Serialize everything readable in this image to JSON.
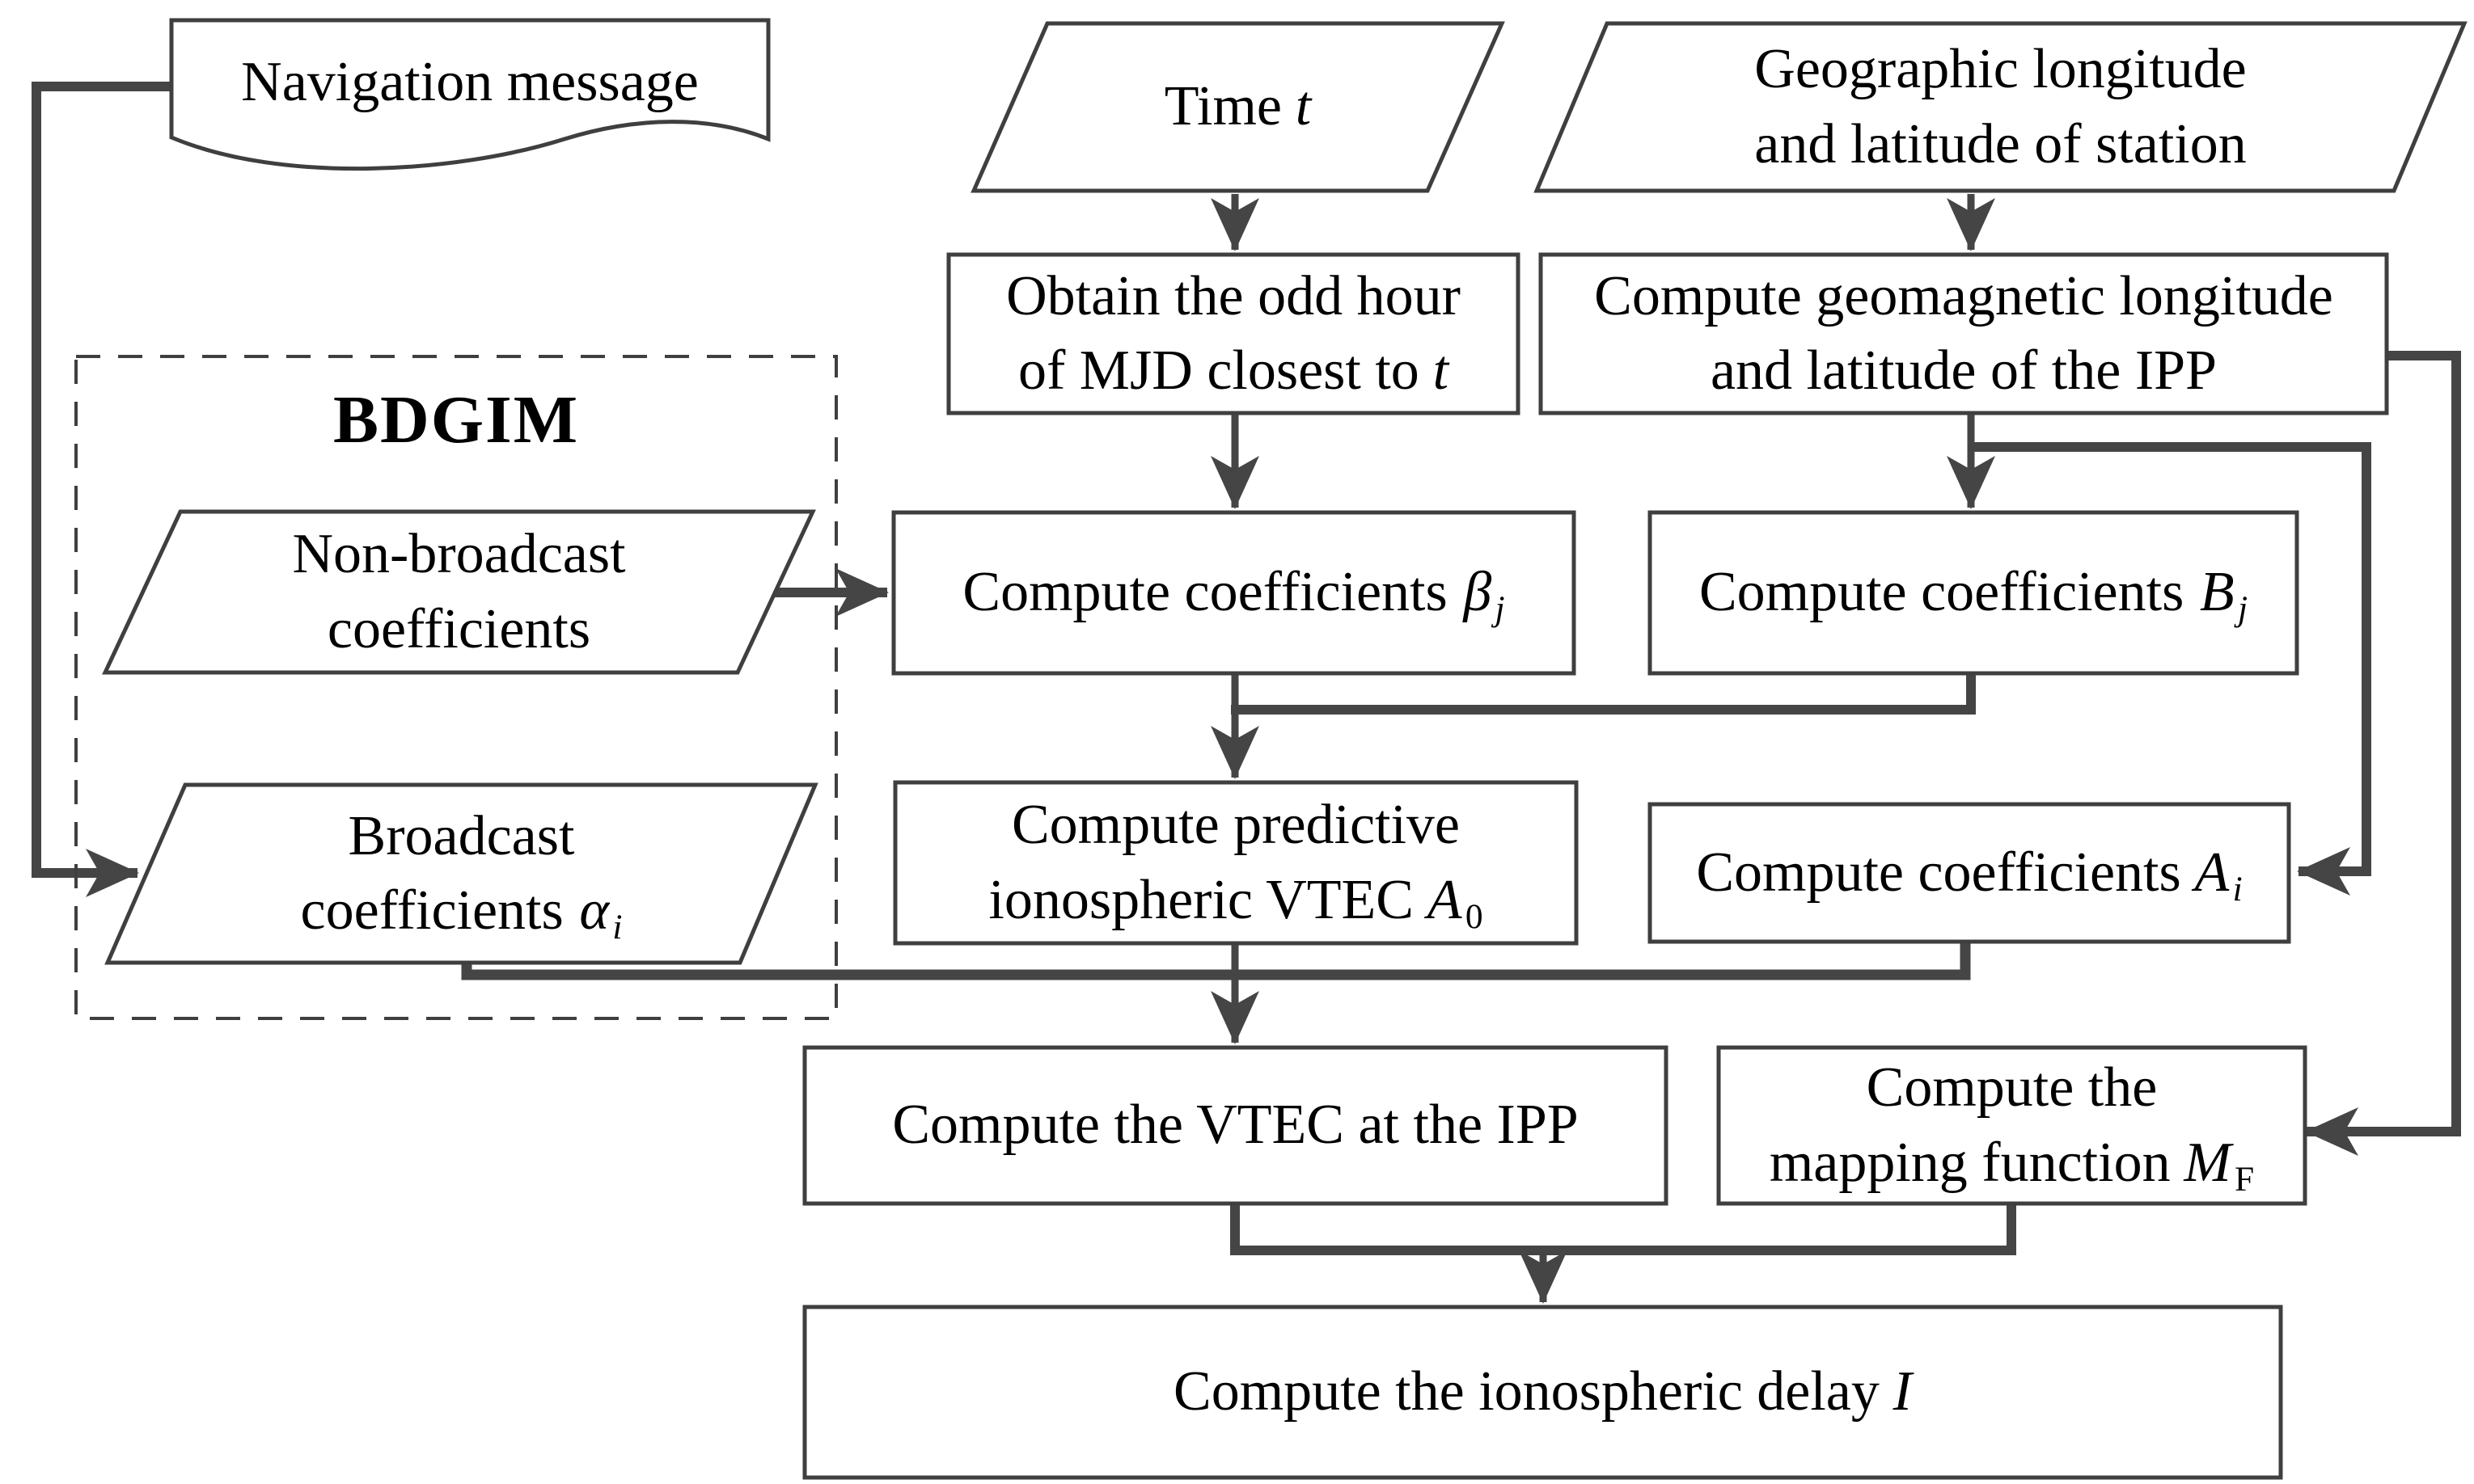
{
  "colors": {
    "line": "#454545",
    "border": "#3f3f3f",
    "text": "#000000",
    "background": "#ffffff"
  },
  "group": {
    "bdgim_label": "BDGIM"
  },
  "nodes": {
    "navigation_message": {
      "label": "Navigation message"
    },
    "time": {
      "prefix": "Time",
      "var": "t"
    },
    "geographic_station": {
      "line1": "Geographic longitude",
      "line2": "and latitude of station"
    },
    "obtain_odd_hour": {
      "line1": "Obtain the odd hour",
      "line2_prefix": "of MJD closest to",
      "line2_var": "t"
    },
    "compute_geomagnetic": {
      "line1": "Compute geomagnetic longitude",
      "line2": "and latitude of the IPP"
    },
    "non_broadcast": {
      "line1": "Non-broadcast",
      "line2": "coefficients"
    },
    "broadcast": {
      "line1": "Broadcast",
      "line2_prefix": "coefficients",
      "symbol": "α",
      "subscript": "i"
    },
    "compute_beta": {
      "prefix": "Compute coefficients",
      "symbol": "β",
      "subscript": "j"
    },
    "compute_b": {
      "prefix": "Compute coefficients",
      "symbol": "B",
      "subscript": "j"
    },
    "compute_a0": {
      "line1": "Compute predictive",
      "line2_prefix": "ionospheric VTEC",
      "symbol": "A",
      "subscript": "0"
    },
    "compute_ai": {
      "prefix": "Compute coefficients",
      "symbol": "A",
      "subscript": "i"
    },
    "compute_vtec_ipp": {
      "label": "Compute the VTEC at the IPP"
    },
    "mapping_function": {
      "line1": "Compute the",
      "line2_prefix": "mapping function",
      "symbol": "M",
      "subscript": "F"
    },
    "ionospheric_delay": {
      "prefix": "Compute the ionospheric delay",
      "symbol": "I"
    }
  }
}
